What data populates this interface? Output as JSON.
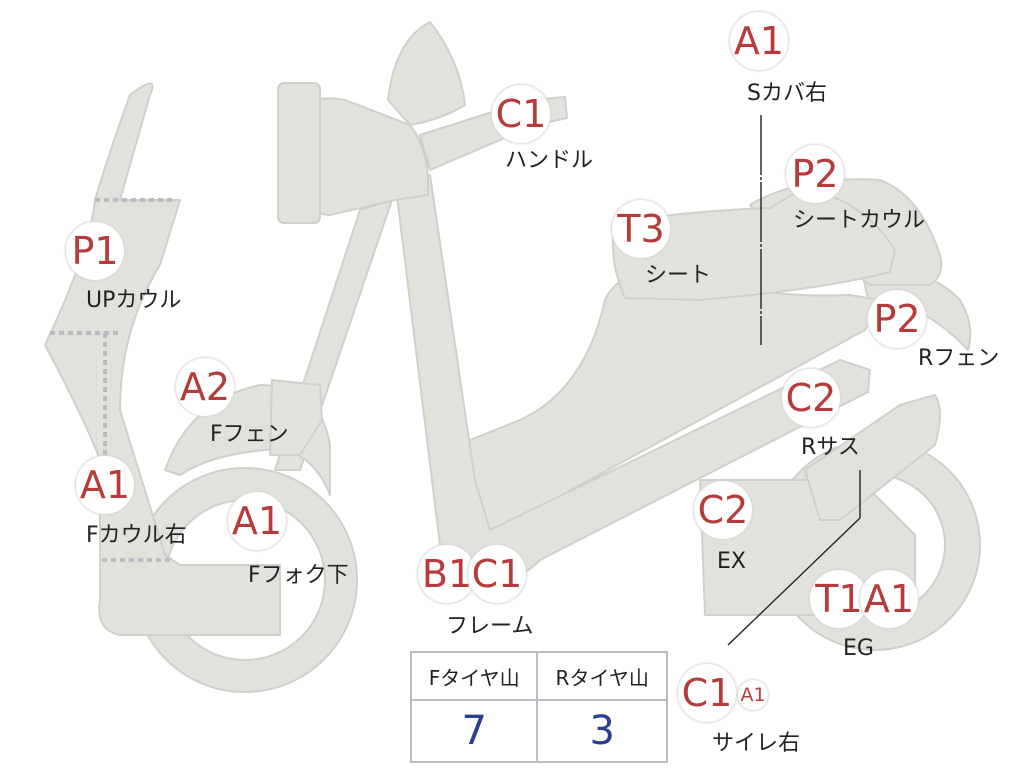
{
  "colors": {
    "part_fill": "#e2e2dd",
    "part_stroke": "#cfcfcb",
    "badge_text": "#b63b3b",
    "value_text": "#2b3f8c"
  },
  "parts": [
    {
      "id": "s-cover-right",
      "grade": "A1",
      "label": "Sカバ右"
    },
    {
      "id": "handle",
      "grade": "C1",
      "label": "ハンドル"
    },
    {
      "id": "seat-cowl",
      "grade": "P2",
      "label": "シートカウル"
    },
    {
      "id": "seat",
      "grade": "T3",
      "label": "シート"
    },
    {
      "id": "up-cowl",
      "grade": "P1",
      "label": "UPカウル"
    },
    {
      "id": "rear-fender",
      "grade": "P2",
      "label": "Rフェン"
    },
    {
      "id": "front-fender",
      "grade": "A2",
      "label": "Fフェン"
    },
    {
      "id": "rear-suspension",
      "grade": "C2",
      "label": "Rサス"
    },
    {
      "id": "front-cowl-right",
      "grade": "A1",
      "label": "Fカウル右"
    },
    {
      "id": "front-fork-lower",
      "grade": "A1",
      "label": "Fフォク下"
    },
    {
      "id": "exhaust",
      "grade": "C2",
      "label": "EX"
    },
    {
      "id": "frame",
      "grades": [
        "B1",
        "C1"
      ],
      "label": "フレーム"
    },
    {
      "id": "engine",
      "grades": [
        "T1",
        "A1"
      ],
      "label": "EG"
    },
    {
      "id": "silencer-right",
      "grades": [
        "C1",
        "A1"
      ],
      "label": "サイレ右"
    }
  ],
  "tread": {
    "front_header": "Fタイヤ山",
    "rear_header": "Rタイヤ山",
    "front_value": "7",
    "rear_value": "3"
  }
}
